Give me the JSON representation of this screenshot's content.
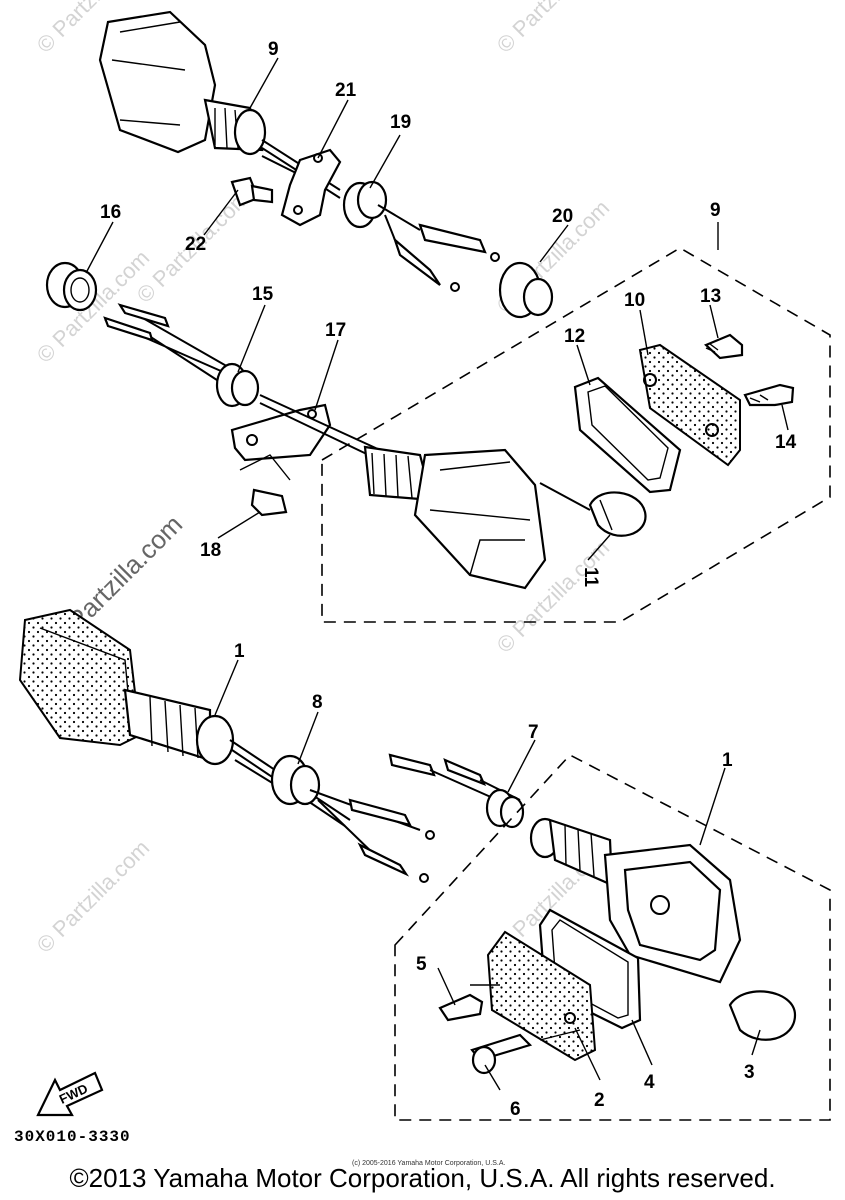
{
  "watermark": "© Partzilla.com",
  "watermark_prominent": "© Partzilla.com",
  "fwd_label": "FWD",
  "part_code": "30X010-3330",
  "tiny_copyright": "(c) 2005-2016 Yamaha Motor Corporation, U.S.A.",
  "copyright": "©2013 Yamaha Motor Corporation, U.S.A. All rights reserved.",
  "callouts": {
    "c1a": "1",
    "c1b": "1",
    "c2": "2",
    "c3": "3",
    "c4": "4",
    "c5": "5",
    "c6": "6",
    "c7": "7",
    "c8": "8",
    "c9a": "9",
    "c9b": "9",
    "c10": "10",
    "c11": "11",
    "c12": "12",
    "c13": "13",
    "c14": "14",
    "c15": "15",
    "c16": "16",
    "c17": "17",
    "c18": "18",
    "c19": "19",
    "c20": "20",
    "c21": "21",
    "c22": "22"
  }
}
